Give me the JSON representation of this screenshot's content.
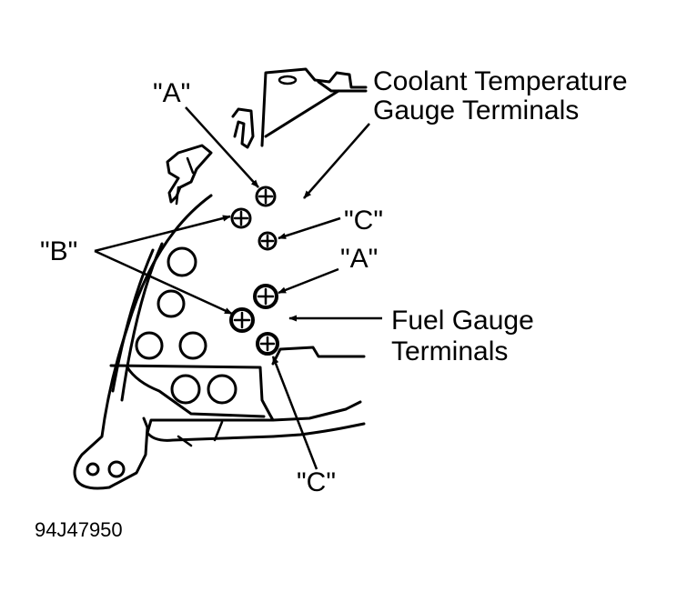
{
  "labels": {
    "coolant_line1": "Coolant Temperature",
    "coolant_line2": "Gauge Terminals",
    "fuel_line1": "Fuel Gauge",
    "fuel_line2": "Terminals",
    "a_top": "\"A\"",
    "a_right": "\"A\"",
    "b_left": "\"B\"",
    "c_top": "\"C\"",
    "c_bottom": "\"C\""
  },
  "figure_code": "94J47950"
}
